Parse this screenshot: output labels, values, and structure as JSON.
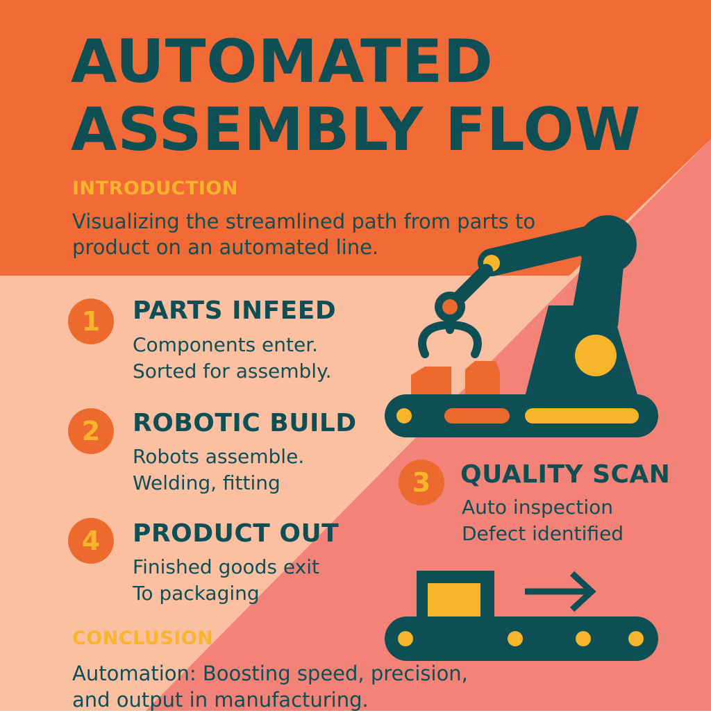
{
  "title_line1": "AUTOMATED",
  "title_line2": "ASSEMBLY FLOW",
  "introduction": {
    "label": "INTRODUCTION",
    "text": "Visualizing the streamlined path from parts to product on an automated line."
  },
  "steps": [
    {
      "number": "1",
      "title": "PARTS INFEED",
      "lines": [
        "Components enter.",
        "Sorted for assembly."
      ]
    },
    {
      "number": "2",
      "title": "ROBOTIC BUILD",
      "lines": [
        "Robots assemble.",
        "Welding, fitting"
      ]
    },
    {
      "number": "3",
      "title": "QUALITY SCAN",
      "lines": [
        "Auto inspection",
        "Defect identified"
      ]
    },
    {
      "number": "4",
      "title": "PRODUCT OUT",
      "lines": [
        "Finished goods exit",
        "To packaging"
      ]
    }
  ],
  "conclusion": {
    "label": "CONCLUSION",
    "text": "Automation: Boosting speed, precision, and output in manufacturing."
  },
  "icons": [
    "robotic-arm-icon",
    "conveyor-belt-icon",
    "box-icon",
    "right-arrow-icon"
  ],
  "colors": {
    "orange": "#f26a35",
    "peach": "#fbbfa2",
    "salmon": "#f38278",
    "teal": "#0d4f55",
    "yellow": "#f7b52c",
    "badge": "#ed6a2e"
  }
}
